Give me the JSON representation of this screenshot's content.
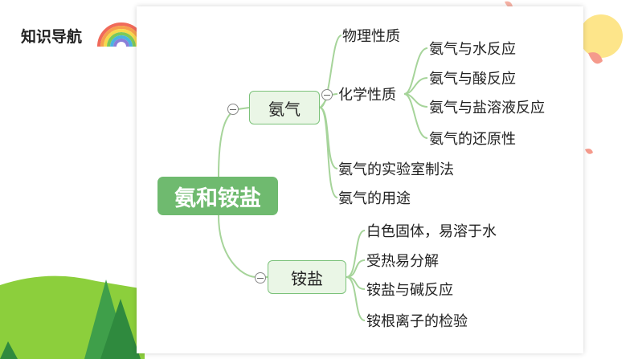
{
  "header": {
    "title": "知识导航"
  },
  "mindmap": {
    "root": "氨和铵盐",
    "ammonia": {
      "label": "氨气",
      "physical": "物理性质",
      "chemical": {
        "label": "化学性质",
        "items": [
          "氨气与水反应",
          "氨气与酸反应",
          "氨气与盐溶液反应",
          "氨气的还原性"
        ]
      },
      "lab_prep": "氨气的实验室制法",
      "uses": "氨气的用途"
    },
    "ammonium_salt": {
      "label": "铵盐",
      "items": [
        "白色固体，易溶于水",
        "受热易分解",
        "铵盐与碱反应",
        "铵根离子的检验"
      ]
    }
  },
  "colors": {
    "branch_line": "#a6d49a",
    "root_fill": "#6fba6f",
    "node_fill": "#eaf6e6",
    "tree_green": "#3f9f4a",
    "grass_green": "#8ccf3c",
    "sun_yellow": "#fde58a",
    "petal_pink": "#f59a8c"
  }
}
